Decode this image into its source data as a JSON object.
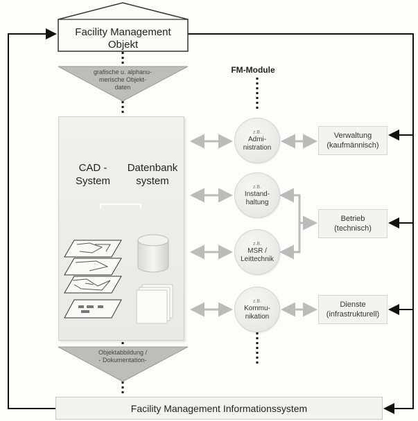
{
  "top_box": {
    "line1": "Facility Management",
    "line2": "Objekt"
  },
  "data_triangle": {
    "line1": "grafische u. alphanu-",
    "line2": "merische Objekt-",
    "line3": "daten"
  },
  "fm_modules_title": "FM-Module",
  "system_panel": {
    "cad": {
      "line1": "CAD -",
      "line2": "System"
    },
    "db": {
      "line1": "Datenbank",
      "line2": "system"
    }
  },
  "modules": [
    {
      "zb": "z.B.",
      "line1": "Admi-",
      "line2": "nistration"
    },
    {
      "zb": "z.B.",
      "line1": "Instand-",
      "line2": "haltung"
    },
    {
      "zb": "z.B.",
      "line1": "MSR /",
      "line2": "Leittechnik"
    },
    {
      "zb": "z.B.",
      "line1": "Kommu-",
      "line2": "nikation"
    }
  ],
  "right_boxes": [
    {
      "line1": "Verwaltung",
      "line2": "(kaufmännisch)"
    },
    {
      "line1": "Betrieb",
      "line2": "(technisch)"
    },
    {
      "line1": "Dienste",
      "line2": "(infrastrukturell)"
    }
  ],
  "doc_triangle": {
    "line1": "Objektabbildung /",
    "line2": "- Dokumentation-"
  },
  "bottom_box": "Facility Management Informationssystem"
}
